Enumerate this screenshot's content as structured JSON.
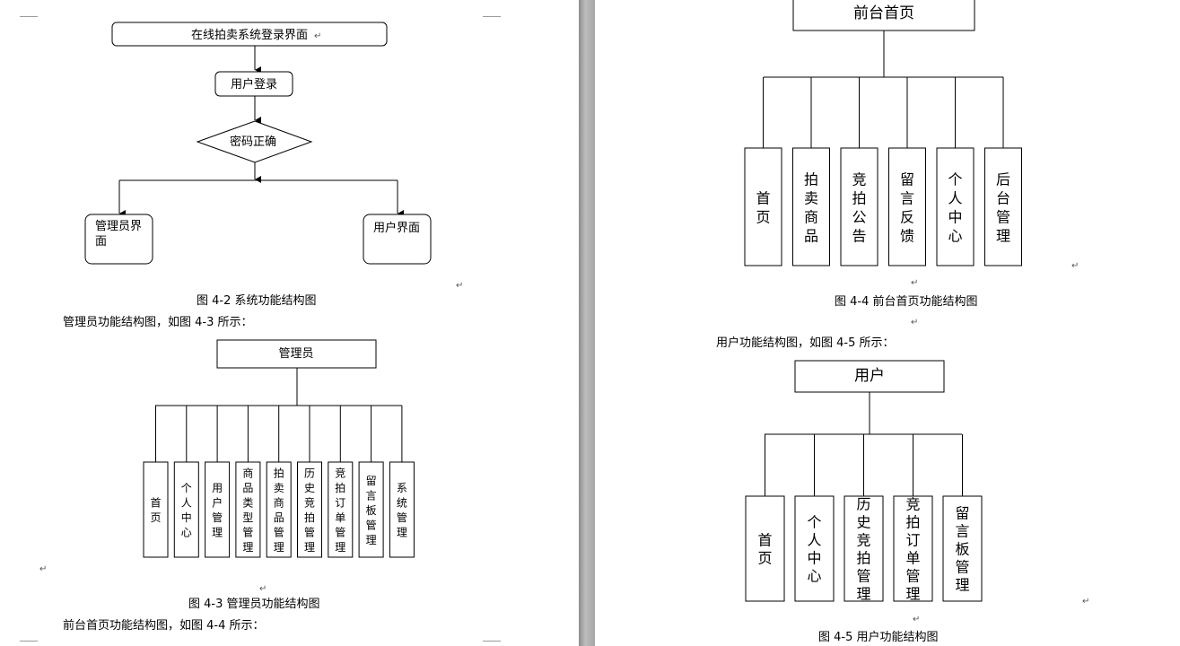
{
  "left_page": {
    "flowchart": {
      "start": "在线拍卖系统登录界面",
      "login": "用户登录",
      "decision": "密码正确",
      "admin_ui": "管理员界面",
      "admin_ui_lines": [
        "管理员界",
        "面"
      ],
      "user_ui": "用户界面"
    },
    "caption_4_2": "图 4-2 系统功能结构图",
    "intro_4_3": "管理员功能结构图，如图 4-3 所示：",
    "admin_tree": {
      "root": "管理员",
      "children": [
        "首页",
        "个人中心",
        "用户管理",
        "商品类型管理",
        "拍卖商品管理",
        "历史竞拍管理",
        "竞拍订单管理",
        "留言板管理",
        "系统管理"
      ]
    },
    "caption_4_3": "图 4-3  管理员功能结构图",
    "intro_4_4": "前台首页功能结构图，如图 4-4 所示："
  },
  "right_page": {
    "front_tree": {
      "root": "前台首页",
      "children": [
        "首页",
        "拍卖商品",
        "竞拍公告",
        "留言反馈",
        "个人中心",
        "后台管理"
      ]
    },
    "caption_4_4": "图 4-4  前台首页功能结构图",
    "intro_4_5": "用户功能结构图，如图 4-5 所示：",
    "user_tree": {
      "root": "用户",
      "children": [
        "首页",
        "个人中心",
        "历史竞拍管理",
        "竞拍订单管理",
        "留言板管理"
      ]
    },
    "caption_4_5": "图 4-5 用户功能结构图"
  },
  "paragraph_mark": "↵"
}
